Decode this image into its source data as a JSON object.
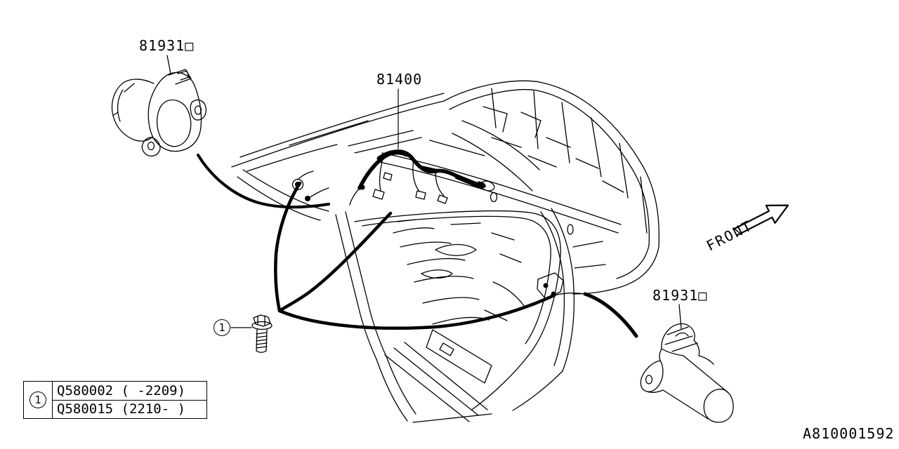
{
  "window": {
    "background": "#ffffff",
    "line_color": "#000000"
  },
  "labels": {
    "part_front": "81931□",
    "harness": "81400",
    "part_rear": "81931□"
  },
  "front_indicator": {
    "label": "FRONT"
  },
  "callout": {
    "number": "1"
  },
  "legend": {
    "callout_number": "1",
    "rows": [
      {
        "text": "Q580002 ( -2209)"
      },
      {
        "text": "Q580015 (2210- )"
      }
    ]
  },
  "figure_code": "A810001592"
}
